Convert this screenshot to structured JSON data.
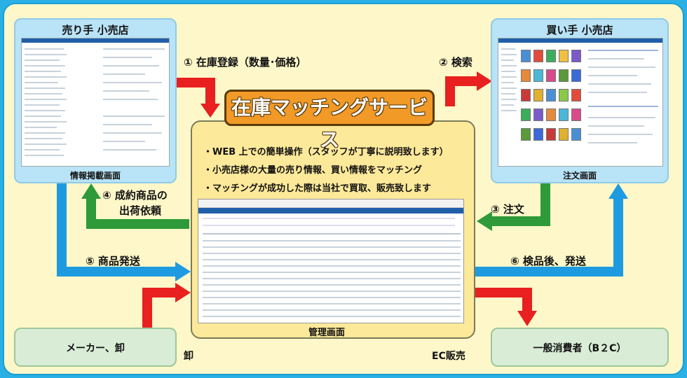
{
  "center": {
    "title": "在庫マッチングサービス",
    "bullets": [
      "・WEB 上での簡単操作（スタッフが丁寧に説明致します）",
      "・小売店様の大量の売り情報、買い情報をマッチング",
      "・マッチングが成功した際は当社で買取、販売致します"
    ],
    "screen_caption": "管理画面"
  },
  "seller": {
    "title": "売り手 小売店",
    "caption": "情報掲載画面"
  },
  "buyer": {
    "title": "買い手 小売店",
    "caption": "注文画面"
  },
  "maker": {
    "label": "メーカー、卸"
  },
  "consumer": {
    "label": "一般消費者（B２C）"
  },
  "steps": {
    "s1": "① 在庫登録（数量･価格）",
    "s2": "② 検索",
    "s3": "③ 注文",
    "s4_line1": "④ 成約商品の",
    "s4_line2": "出荷依頼",
    "s5": "⑤ 商品発送",
    "s6": "⑥ 検品後、発送"
  },
  "side_labels": {
    "wholesale": "卸",
    "ec": "EC販売"
  },
  "colors": {
    "red": "#e8201f",
    "green": "#2e9a3a",
    "blue": "#1e9be0",
    "orange": "#f19a28"
  }
}
